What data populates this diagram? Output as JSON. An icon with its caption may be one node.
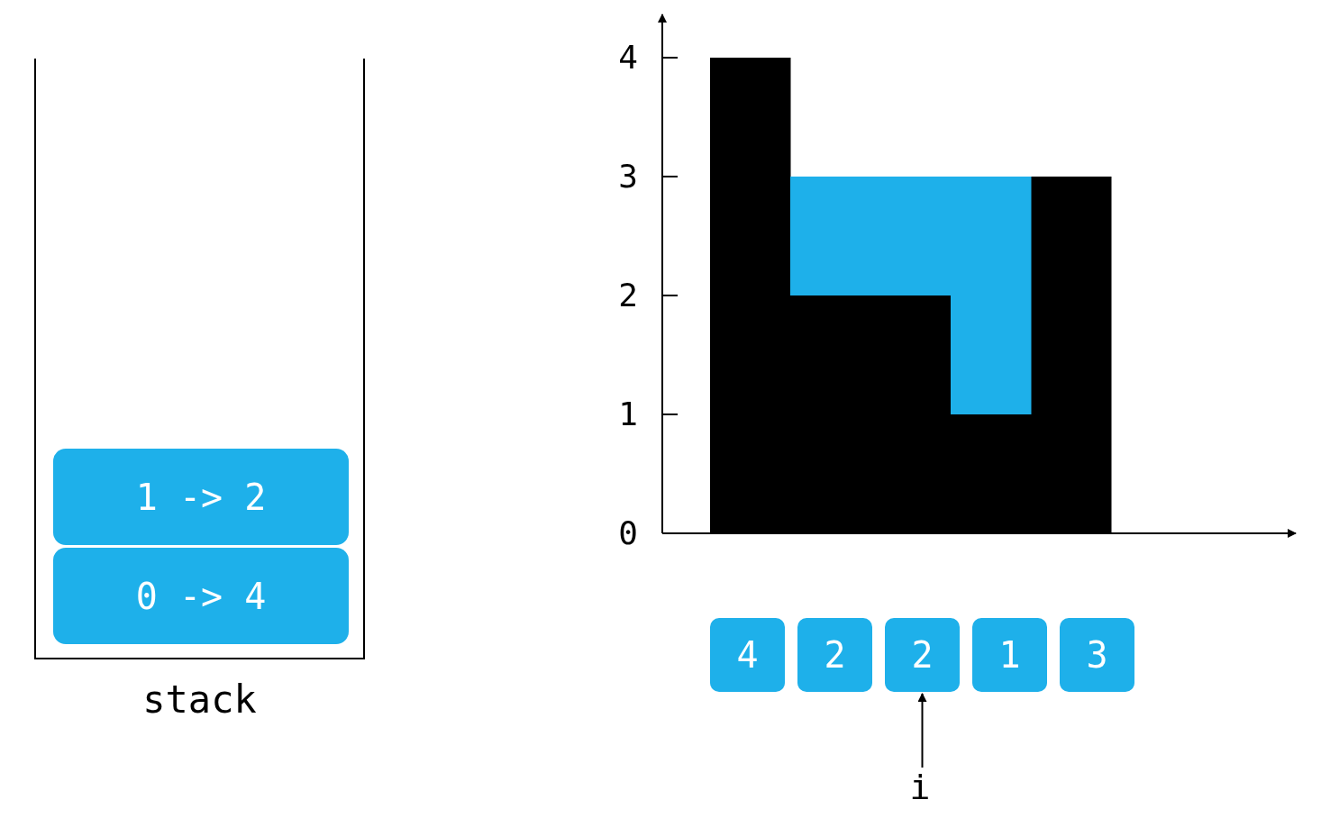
{
  "diagram": {
    "nodes": [
      {
        "text": [
          "stack"
        ]
      },
      {
        "text": [
          "1 -> 2"
        ],
        "in": 0
      },
      {
        "text": [
          "0 -> 4"
        ],
        "in": 0
      },
      {
        "text": [
          "4"
        ]
      },
      {
        "text": [
          "2"
        ]
      },
      {
        "text": [
          "2"
        ]
      },
      {
        "text": [
          "1"
        ]
      },
      {
        "text": [
          "3"
        ]
      },
      {
        "text": [
          "i"
        ]
      }
    ],
    "edges": [
      {
        "from": 8,
        "to": 5,
        "arrow": "to"
      }
    ],
    "chart_data": {
      "type": "bar",
      "stacked": true,
      "categories": [
        null,
        null,
        null,
        null,
        null
      ],
      "ylim": [
        0,
        4
      ],
      "yticks": [
        0,
        1,
        2,
        3,
        4
      ],
      "series": [
        {
          "color": "#000000",
          "values": [
            4,
            2,
            2,
            1,
            3
          ]
        },
        {
          "color": "#1eb0ea",
          "values": [
            0,
            1,
            1,
            2,
            0
          ]
        }
      ]
    }
  }
}
